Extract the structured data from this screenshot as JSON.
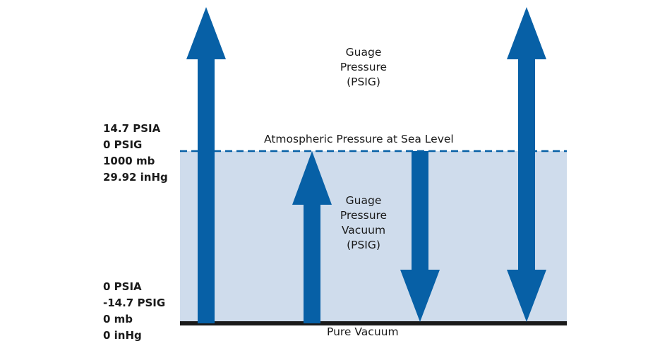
{
  "colors": {
    "arrow": "#0760a6",
    "vacuum_region": "#cfdcec",
    "baseline": "#1a1a1a",
    "text": "#1a1a1a"
  },
  "labels": {
    "gauge_pressure": [
      "Guage",
      "Pressure",
      "(PSIG)"
    ],
    "gauge_pressure_vacuum": [
      "Guage",
      "Pressure",
      "Vacuum",
      "(PSIG)"
    ],
    "atmospheric": "Atmospheric Pressure at Sea Level",
    "pure_vacuum": "Pure Vacuum"
  },
  "atmospheric_values": [
    "14.7 PSIA",
    "0 PSIG",
    "1000 mb",
    "29.92 inHg"
  ],
  "vacuum_values": [
    "0 PSIA",
    "-14.7 PSIG",
    "0 mb",
    "0 inHg"
  ],
  "arrows": [
    {
      "name": "absolute-pressure-arrow",
      "direction": "up"
    },
    {
      "name": "vacuum-to-atmosphere-arrow",
      "direction": "up"
    },
    {
      "name": "gauge-vacuum-arrow",
      "direction": "down"
    },
    {
      "name": "full-range-arrow",
      "direction": "both"
    }
  ]
}
